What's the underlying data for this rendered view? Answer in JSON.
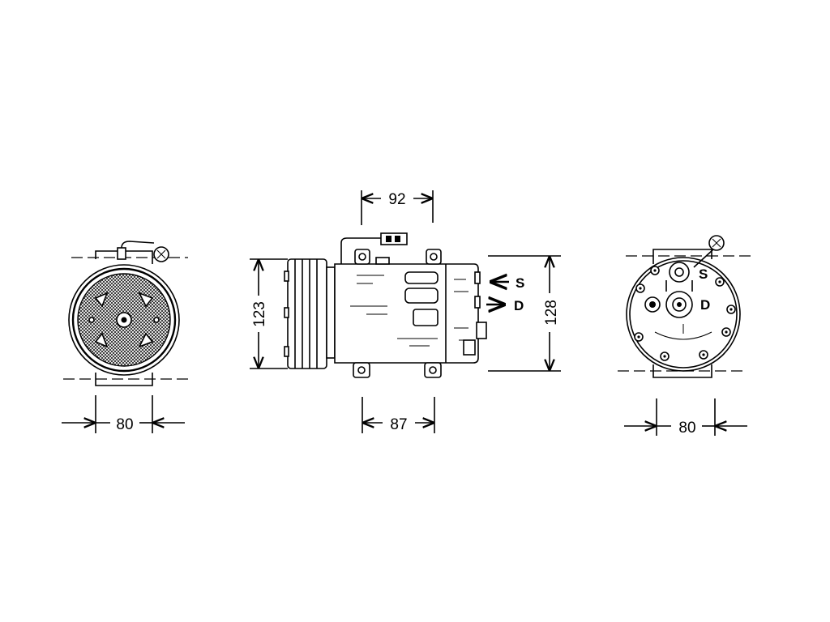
{
  "dimensions": {
    "front_width": "80",
    "top_spacing": "92",
    "height_left": "123",
    "bottom_spacing": "87",
    "height_right": "128",
    "rear_width": "80"
  },
  "ports": {
    "suction": "S",
    "discharge": "D",
    "rear_suction": "S",
    "rear_discharge": "D"
  }
}
